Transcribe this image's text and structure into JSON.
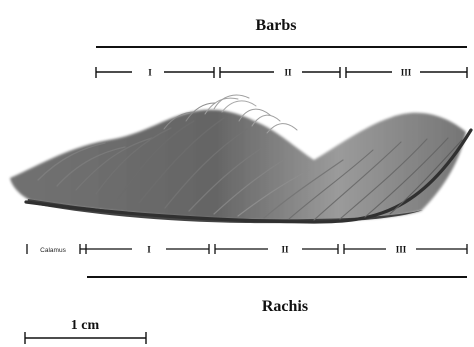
{
  "labels": {
    "barbs": "Barbs",
    "rachis": "Rachis",
    "scale": "1 cm",
    "calamus": "Calamus",
    "segments": [
      "I",
      "II",
      "III"
    ]
  },
  "colors": {
    "line": "#111111",
    "feather_dark": "#3e3e3e",
    "feather_mid": "#6f6f6f",
    "feather_light": "#a8a8a8"
  }
}
